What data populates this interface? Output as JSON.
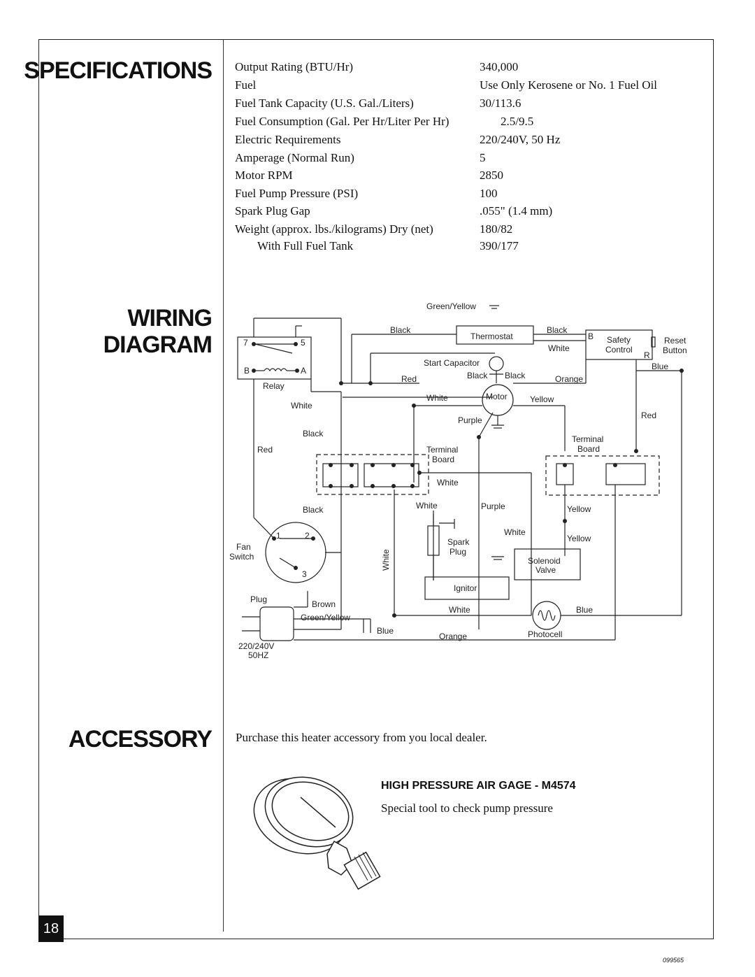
{
  "headings": {
    "specifications": "SPECIFICATIONS",
    "wiring_line1": "WIRING",
    "wiring_line2": "DIAGRAM",
    "accessory": "ACCESSORY"
  },
  "specs": [
    {
      "label": "Output Rating (BTU/Hr)",
      "value": "340,000"
    },
    {
      "label": "Fuel",
      "value": "Use Only Kerosene or No. 1 Fuel Oil"
    },
    {
      "label": "Fuel Tank Capacity (U.S. Gal./Liters)",
      "value": "30/113.6"
    },
    {
      "label": "Fuel Consumption (Gal. Per Hr/Liter Per Hr)",
      "value": "2.5/9.5"
    },
    {
      "label": "Electric Requirements",
      "value": "220/240V, 50 Hz"
    },
    {
      "label": "Amperage (Normal Run)",
      "value": "5"
    },
    {
      "label": "Motor RPM",
      "value": "2850"
    },
    {
      "label": "Fuel Pump Pressure (PSI)",
      "value": "100"
    },
    {
      "label": "Spark Plug Gap",
      "value": ".055\" (1.4 mm)"
    },
    {
      "label": "Weight (approx. lbs./kilograms) Dry (net)",
      "value": "180/82"
    },
    {
      "label": "With Full Fuel Tank",
      "value": "390/177"
    }
  ],
  "diagram": {
    "green_yellow_top": "Green/Yellow",
    "black_left": "Black",
    "thermostat": "Thermostat",
    "black_right": "Black",
    "b": "B",
    "safety": "Safety",
    "control": "Control",
    "r": "R",
    "reset": "Reset",
    "button": "Button",
    "white_top": "White",
    "relay_7": "7",
    "relay_5": "5",
    "relay_b": "B",
    "relay_a": "A",
    "relay": "Relay",
    "start_capacitor": "Start Capacitor",
    "red_cap": "Red",
    "black_cap1": "Black",
    "black_cap2": "Black",
    "orange_top": "Orange",
    "blue_top": "Blue",
    "white_relay": "White",
    "white_motor": "White",
    "motor": "Motor",
    "yellow_motor": "Yellow",
    "purple_motor": "Purple",
    "red_right": "Red",
    "black_mid": "Black",
    "red_left": "Red",
    "terminal_left": "Terminal",
    "board_left": "Board",
    "terminal_right": "Terminal",
    "board_right": "Board",
    "white_tb": "White",
    "black_lower": "Black",
    "white_lower": "White",
    "purple_lower": "Purple",
    "yellow_lower1": "Yellow",
    "white_solenoid": "White",
    "yellow_lower2": "Yellow",
    "fan_1": "1",
    "fan_2": "2",
    "fan_3": "3",
    "fan": "Fan",
    "switch": "Switch",
    "white_vertical": "White",
    "spark": "Spark",
    "plug_spark": "Plug",
    "solenoid": "Solenoid",
    "valve": "Valve",
    "ignitor": "Ignitor",
    "plug": "Plug",
    "brown": "Brown",
    "green_yellow_plug": "Green/Yellow",
    "white_bottom": "White",
    "blue_bottom": "Blue",
    "blue_plug": "Blue",
    "orange_bottom": "Orange",
    "photocell": "Photocell",
    "voltage": "220/240V",
    "frequency": "50HZ"
  },
  "accessory": {
    "intro": "Purchase this heater accessory from you local dealer.",
    "title": "HIGH PRESSURE AIR GAGE - M4574",
    "description": "Special tool to check pump pressure"
  },
  "footer": {
    "page_number": "18",
    "doc_code": "099565"
  }
}
